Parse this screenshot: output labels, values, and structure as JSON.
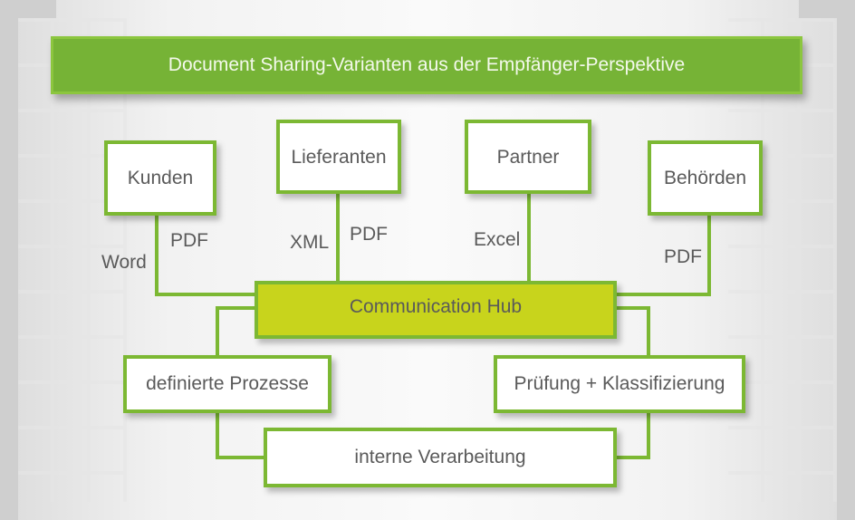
{
  "title": "Document Sharing-Varianten aus der Empfänger-Perspektive",
  "sources": {
    "kunden": "Kunden",
    "lieferanten": "Lieferanten",
    "partner": "Partner",
    "behoerden": "Behörden"
  },
  "formats": {
    "kunden_word": "Word",
    "kunden_pdf": "PDF",
    "lieferanten_xml": "XML",
    "lieferanten_pdf": "PDF",
    "partner_excel": "Excel",
    "behoerden_pdf": "PDF"
  },
  "hub": "Communication Hub",
  "steps": {
    "prozesse": "definierte Prozesse",
    "pruefung": "Prüfung + Klassifizierung",
    "intern": "interne Verarbeitung"
  },
  "colors": {
    "green": "#76b336",
    "hub": "#c8d41c"
  }
}
